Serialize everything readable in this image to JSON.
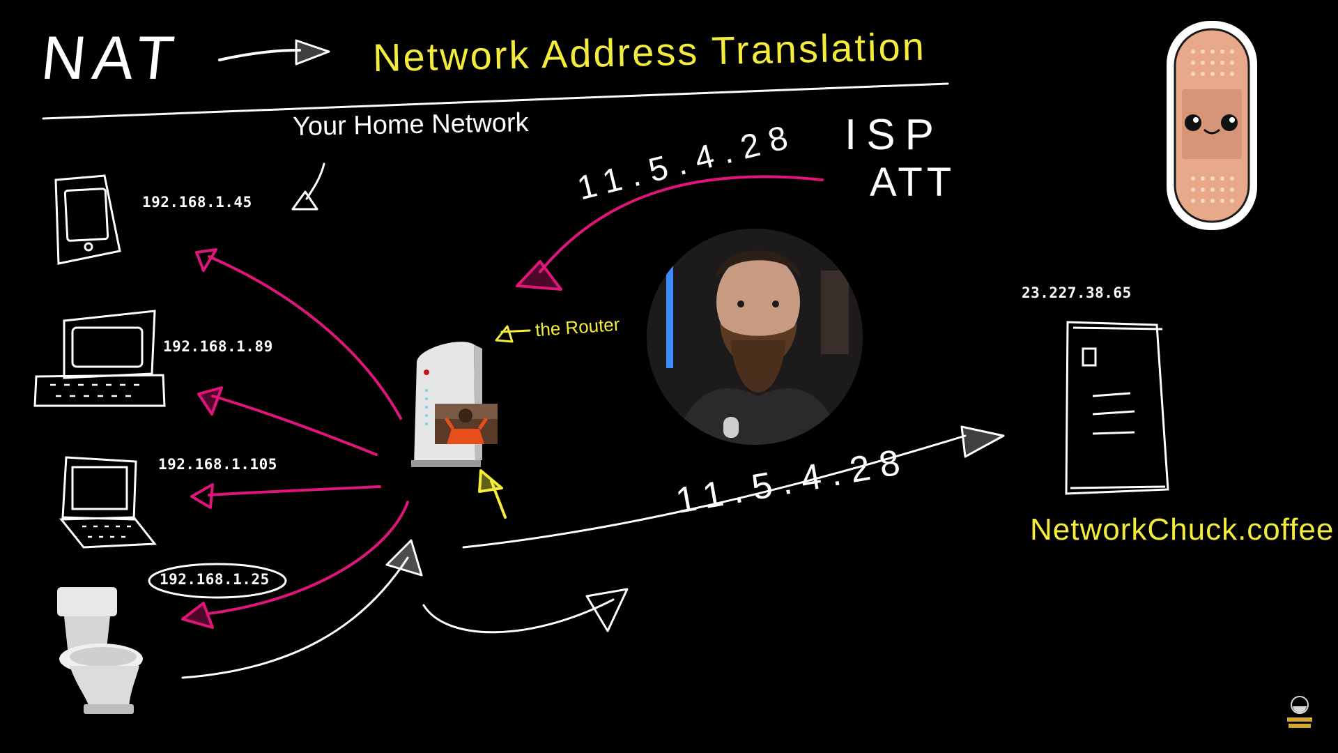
{
  "title": {
    "acronym": "NAT",
    "expansion": "Network Address Translation"
  },
  "labels": {
    "home_network": "Your Home Network",
    "isp": "ISP",
    "isp_name": "ATT",
    "router": "the Router",
    "server_name": "NetworkChuck.coffee"
  },
  "addresses": {
    "public_ip_in": "11.5.4.28",
    "public_ip_out": "11.5.4.28",
    "server_ip": "23.227.38.65"
  },
  "devices": [
    {
      "name": "tablet",
      "ip": "192.168.1.45",
      "icon": "tablet-icon"
    },
    {
      "name": "desktop",
      "ip": "192.168.1.89",
      "icon": "desktop-icon"
    },
    {
      "name": "laptop",
      "ip": "192.168.1.105",
      "icon": "laptop-icon"
    },
    {
      "name": "toilet",
      "ip": "192.168.1.25",
      "icon": "toilet-icon"
    }
  ],
  "decorations": {
    "bandage": "bandage-icon",
    "presenter": "presenter-avatar",
    "channel_logo": "channel-logo-icon"
  },
  "colors": {
    "background": "#000000",
    "ink": "#ffffff",
    "highlight": "#f4ec3b",
    "private_arrow": "#e0157a",
    "bandage_skin": "#e8a98a"
  }
}
